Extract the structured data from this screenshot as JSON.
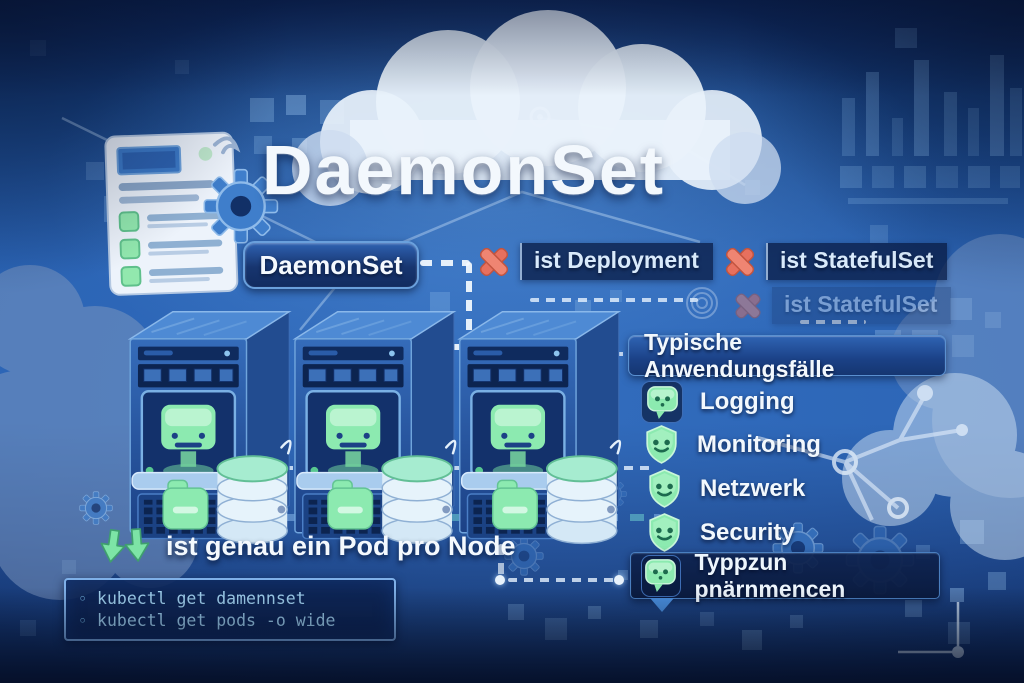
{
  "title": "DaemonSet",
  "badge": {
    "label": "DaemonSet"
  },
  "comparisons": [
    {
      "icon": "red-x-icon",
      "label": "ist Deployment"
    },
    {
      "icon": "red-x-icon",
      "label": "ist StatefulSet"
    },
    {
      "icon": "red-x-icon",
      "label": "ist StatefulSet",
      "faded": true
    }
  ],
  "use_cases": {
    "header": "Typische Anwendungsfälle",
    "items": [
      {
        "icon": "chat-bubble-icon",
        "label": "Logging"
      },
      {
        "icon": "shield-face-icon",
        "label": "Monitoring"
      },
      {
        "icon": "shield-face-icon",
        "label": "Netzwerk"
      },
      {
        "icon": "shield-face-icon",
        "label": "Security"
      },
      {
        "icon": "chat-bubble-icon",
        "label": "Typpzun pnärnmencen",
        "highlighted": true
      }
    ]
  },
  "note": {
    "icon": "double-down-arrow-icon",
    "text": "ist genau ein Pod pro Node"
  },
  "terminal": {
    "bullet": "◦",
    "lines": [
      "kubectl get damennset",
      "kubectl get pods -o wide"
    ]
  },
  "colors": {
    "accent_green": "#8ceab0",
    "error_red": "#e7705e",
    "deep_navy": "#0b2458",
    "mid_blue": "#2a63b4",
    "code_text": "#a3d4f2"
  }
}
